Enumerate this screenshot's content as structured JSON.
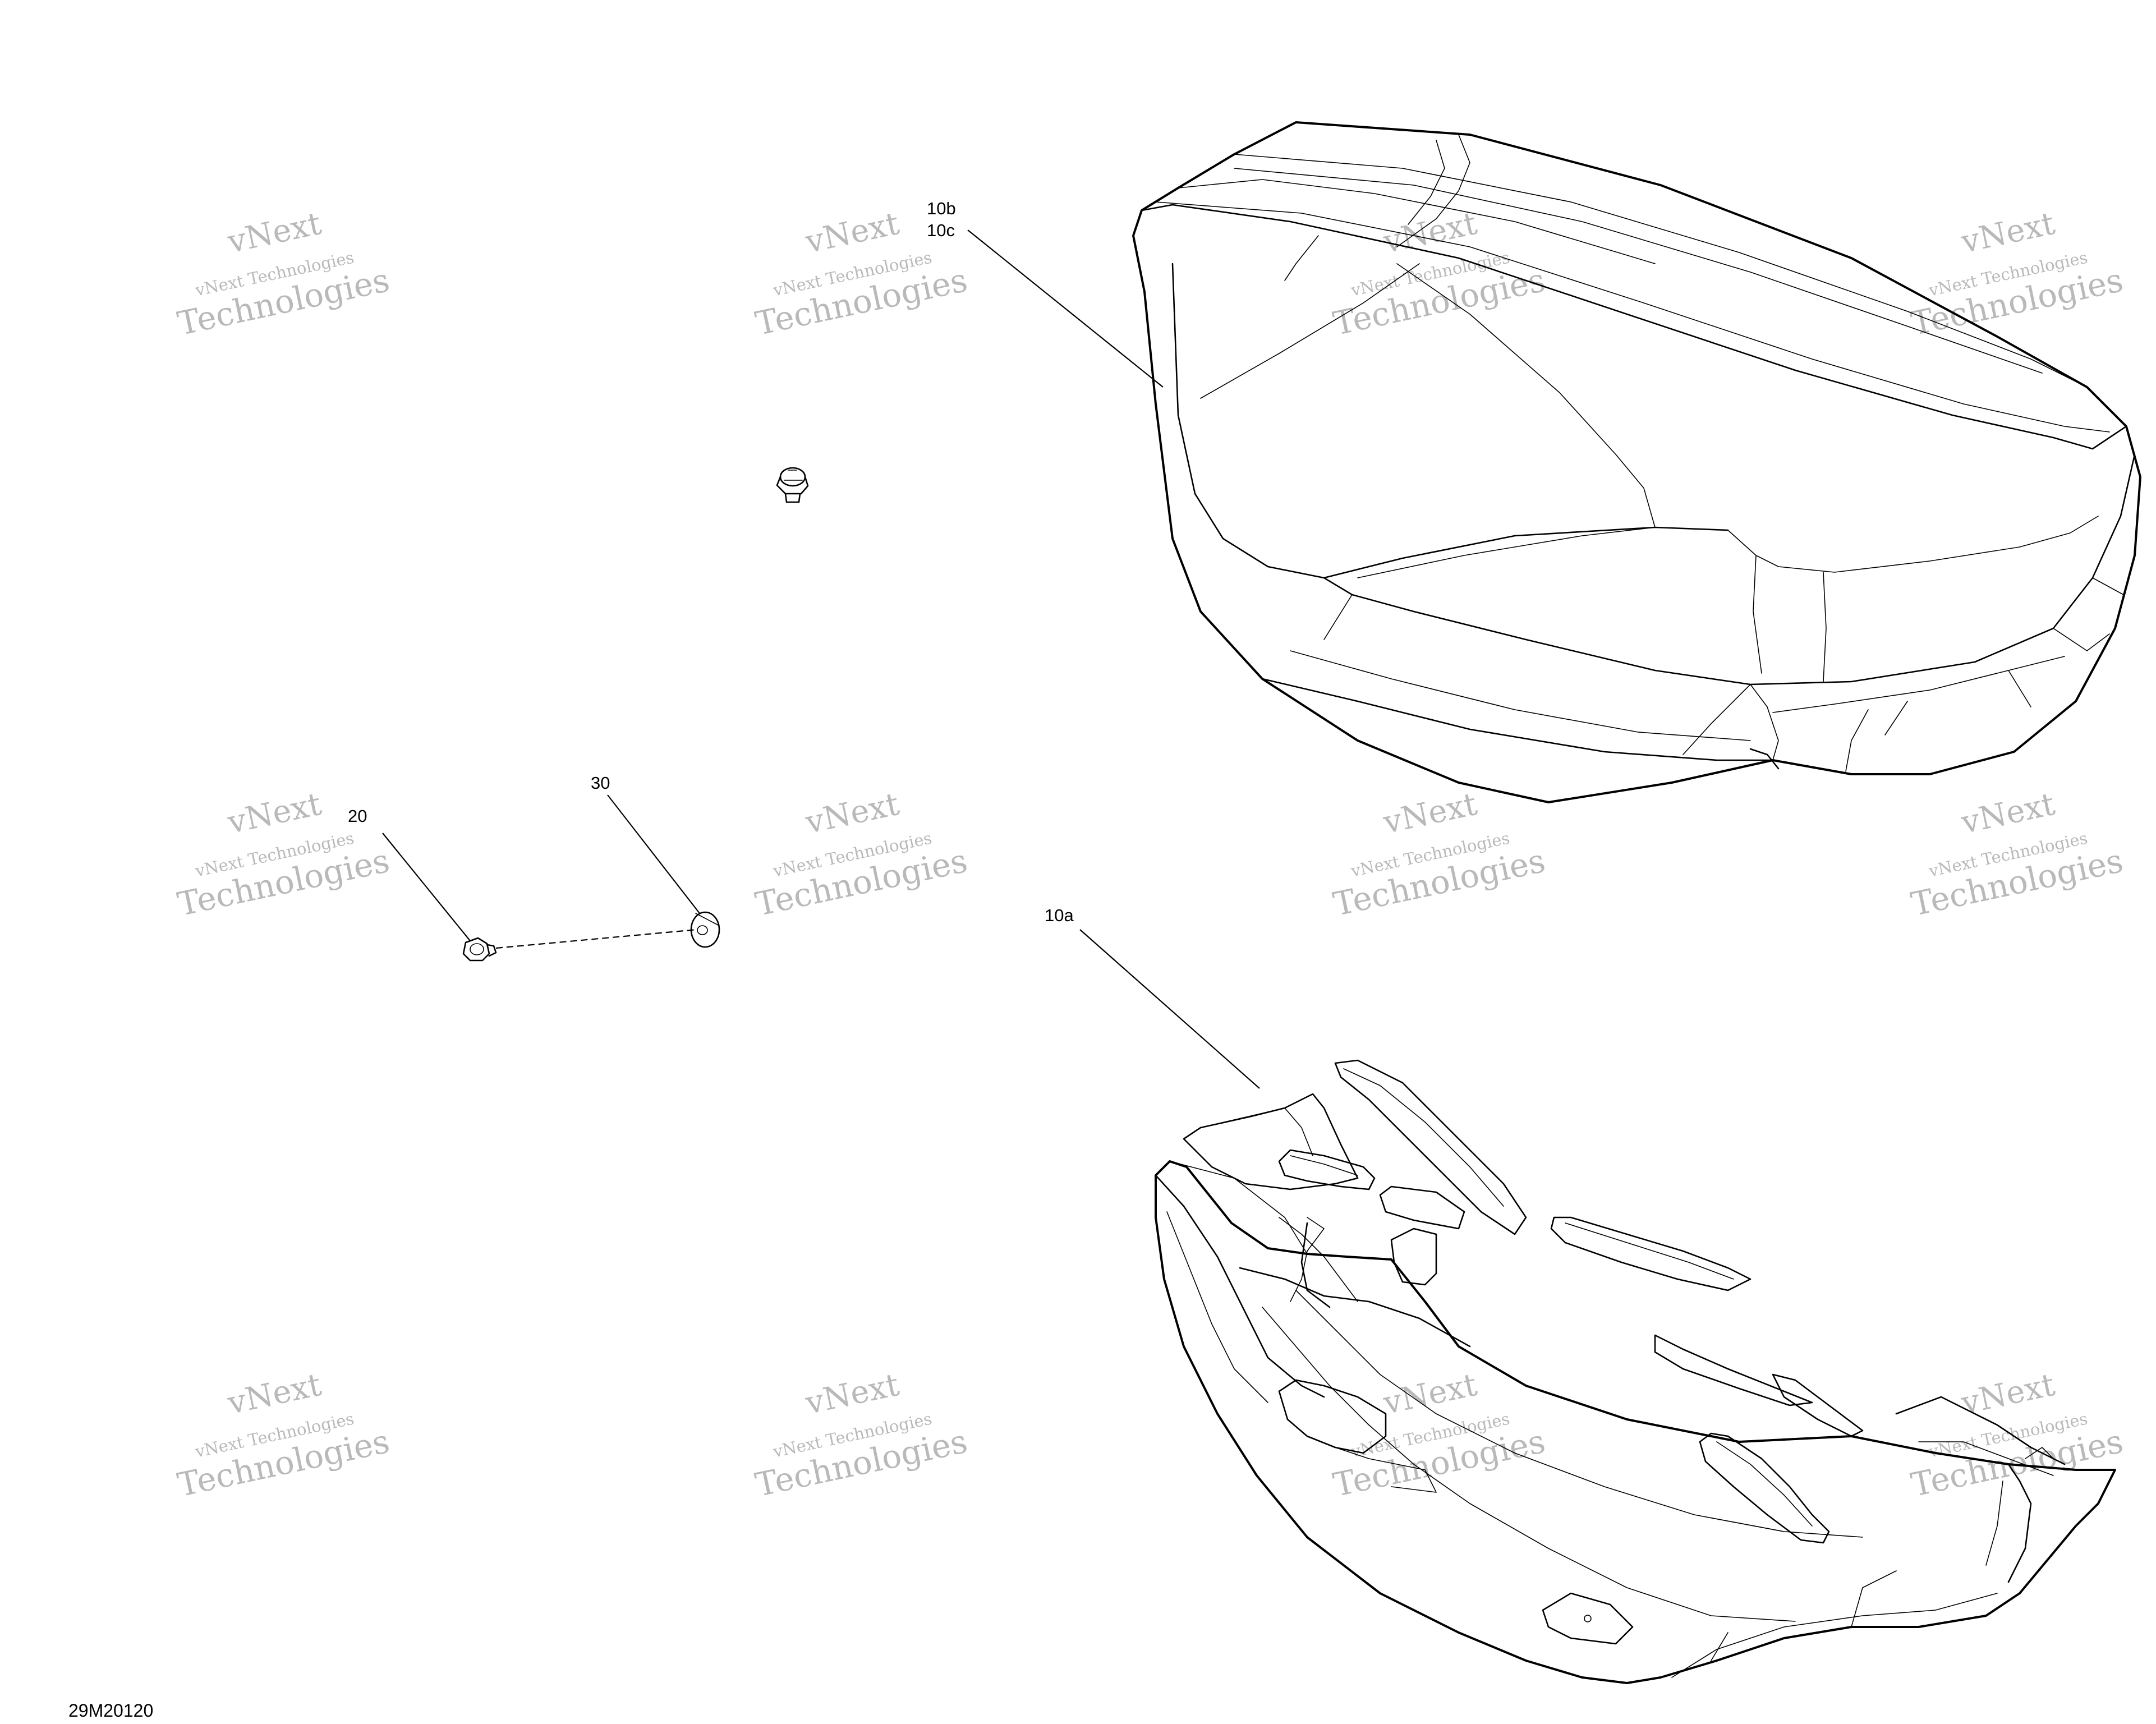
{
  "figure_code": "29M20120",
  "callouts": {
    "seat_cover_b": "10b",
    "seat_cover_c": "10c",
    "seat_base": "10a",
    "screw": "20",
    "washer": "30"
  },
  "watermark": {
    "line1": "vNext",
    "line2": "vNext Technologies",
    "line3": "Technologies"
  },
  "colors": {
    "line": "#000000",
    "watermark": "#b9b9b9",
    "background": "#ffffff"
  }
}
